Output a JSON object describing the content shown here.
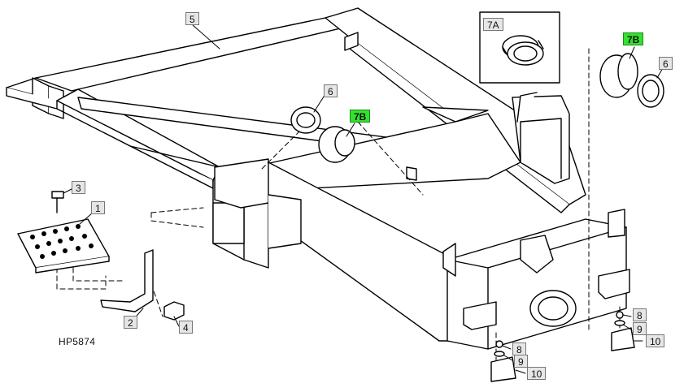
{
  "figure_code": "HP5874",
  "highlight_color": "#33e22f",
  "callouts": {
    "c5": "5",
    "c7a": "7A",
    "c7b_top": "7B",
    "c6_top": "6",
    "c6_mid": "6",
    "c7b_mid": "7B",
    "c3": "3",
    "c1": "1",
    "c2": "2",
    "c4": "4",
    "c8_right": "8",
    "c9_right": "9",
    "c10_right": "10",
    "c8_bottom": "8",
    "c9_bottom": "9",
    "c10_bottom": "10"
  }
}
